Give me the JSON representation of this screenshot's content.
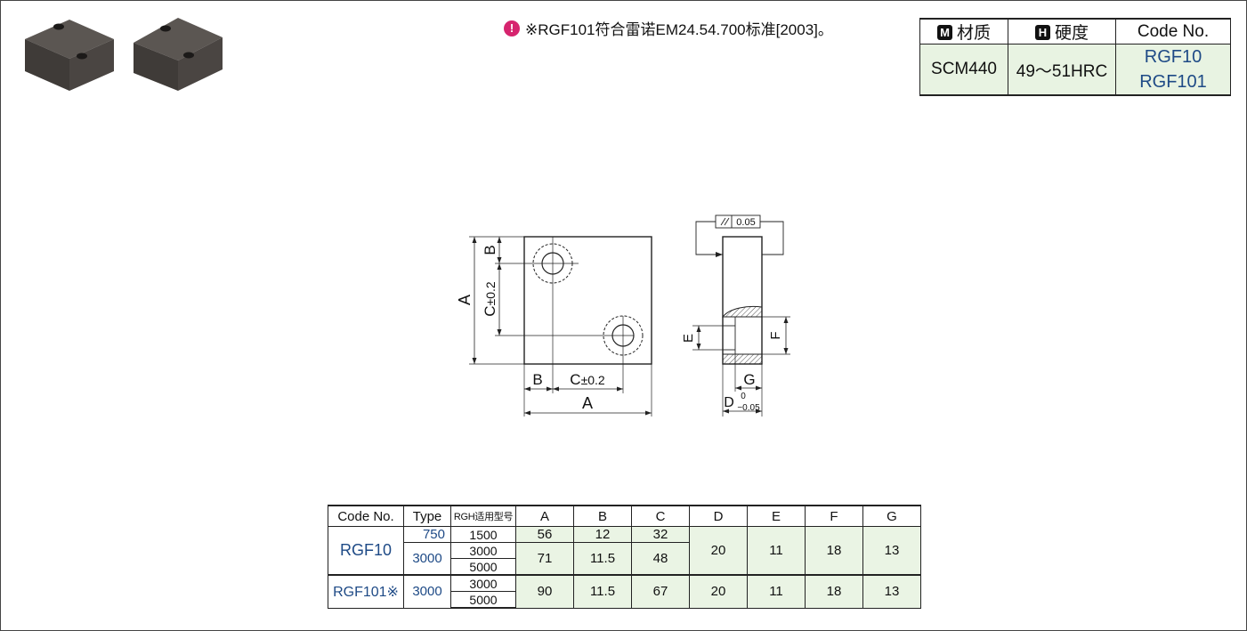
{
  "note": {
    "icon": "bulb-icon",
    "text": "※RGF101符合雷诺EM24.54.700标准[2003]。"
  },
  "spec_table": {
    "headers": {
      "material_tag": "M",
      "material": "材质",
      "hardness_tag": "H",
      "hardness": "硬度",
      "code": "Code No."
    },
    "row": {
      "material": "SCM440",
      "hardness": "49～51HRC",
      "codes": [
        "RGF10",
        "RGF101"
      ]
    }
  },
  "drawing": {
    "parallelism": "0.05",
    "labels": {
      "A": "A",
      "B": "B",
      "C": "C",
      "pm": "±0.2",
      "D": "D",
      "D_tol_upper": "0",
      "D_tol_lower": "−0.05",
      "E": "E",
      "F": "F",
      "G": "G"
    }
  },
  "data_table": {
    "headers": [
      "Code No.",
      "Type",
      "RGH适用型号",
      "A",
      "B",
      "C",
      "D",
      "E",
      "F",
      "G"
    ],
    "groups": [
      {
        "code": "RGF10",
        "subgroups": [
          {
            "type": "750",
            "rgh": [
              "1500"
            ],
            "A": "56",
            "B": "12",
            "C": "32"
          },
          {
            "type": "3000",
            "rgh": [
              "3000",
              "5000"
            ],
            "A": "71",
            "B": "11.5",
            "C": "48"
          }
        ],
        "D": "20",
        "E": "11",
        "F": "18",
        "G": "13"
      },
      {
        "code": "RGF101※",
        "subgroups": [
          {
            "type": "3000",
            "rgh": [
              "3000",
              "5000"
            ],
            "A": "90",
            "B": "11.5",
            "C": "67"
          }
        ],
        "D": "20",
        "E": "11",
        "F": "18",
        "G": "13"
      }
    ]
  },
  "colors": {
    "code_blue": "#1e4a86",
    "cell_green": "#eaf4e4",
    "note_icon": "#d6246e"
  }
}
